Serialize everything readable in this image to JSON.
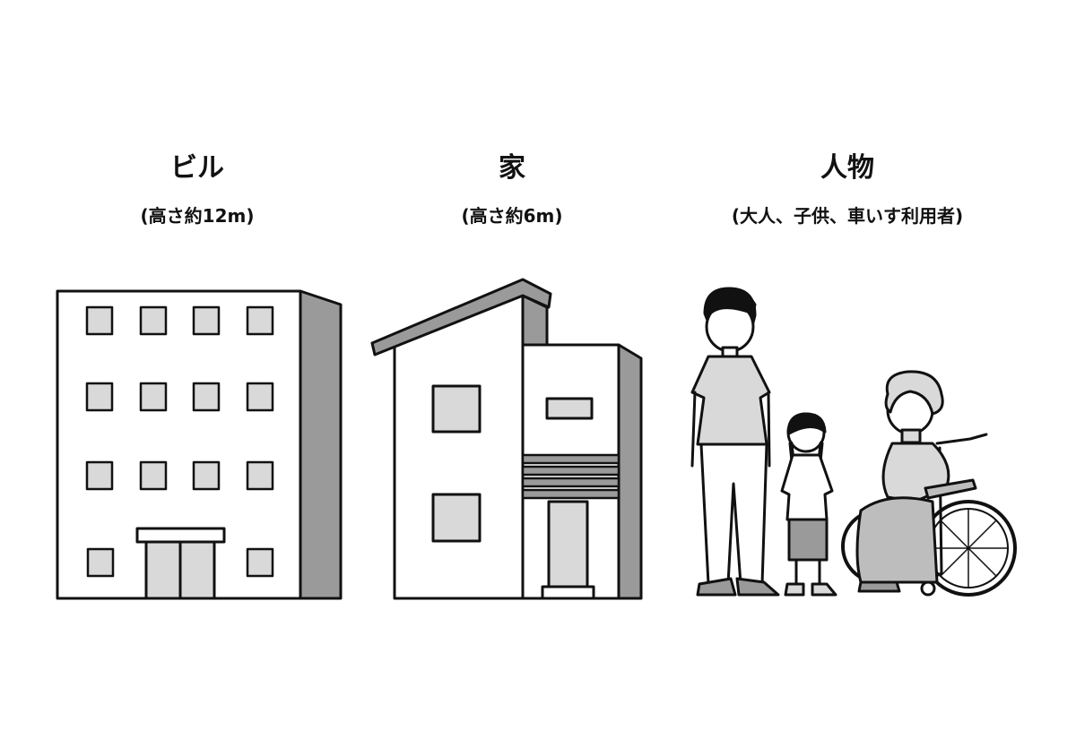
{
  "groups": [
    {
      "title": "ビル",
      "subtitle": "(高さ約12m)"
    },
    {
      "title": "家",
      "subtitle": "(高さ約6m)"
    },
    {
      "title": "人物",
      "subtitle": "(大人、子供、車いす利用者)"
    }
  ],
  "colors": {
    "line": "#111111",
    "shade": "#9a9a9a",
    "light": "#d9d9d9",
    "mid": "#bdbdbd"
  }
}
